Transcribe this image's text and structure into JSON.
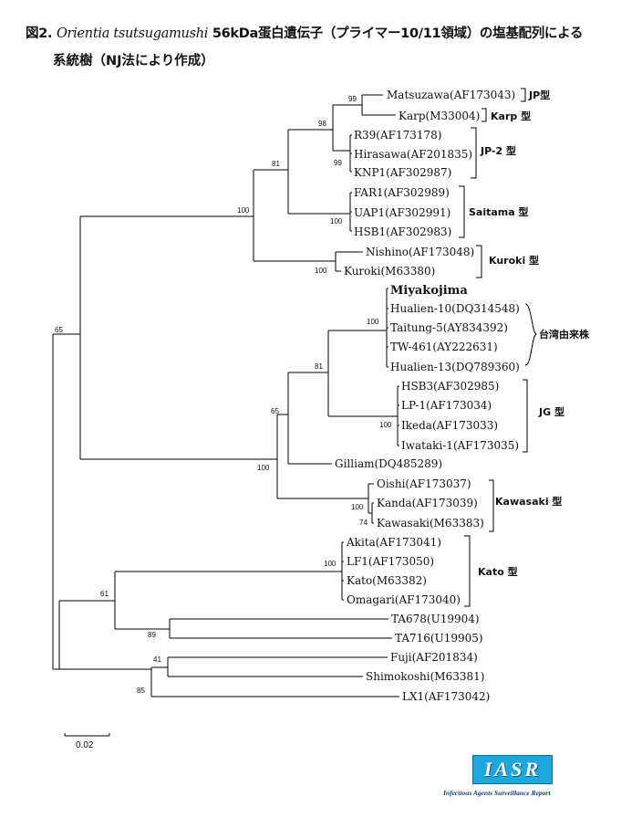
{
  "title": {
    "line1_prefix": "図2.",
    "organism": "Orientia tsutsugamushi",
    "line1_suffix": "56kDa蛋白遺伝子（プライマー10/11領域）の塩基配列による",
    "line2": "系統樹（NJ法により作成）"
  },
  "leaves": {
    "matsuzawa": "Matsuzawa(AF173043)",
    "karp": "Karp(M33004)",
    "r39": "R39(AF173178)",
    "hirasawa": "Hirasawa(AF201835)",
    "knp1": "KNP1(AF302987)",
    "far1": "FAR1(AF302989)",
    "uap1": "UAP1(AF302991)",
    "hsb1": "HSB1(AF302983)",
    "nishino": "Nishino(AF173048)",
    "kuroki": "Kuroki(M63380)",
    "hualien10": "Hualien-10(DQ314548)",
    "taitung5": "Taitung-5(AY834392)",
    "tw461": "TW-461(AY222631)",
    "hualien13": "Hualien-13(DQ789360)",
    "hsb3": "HSB3(AF302985)",
    "lp1": "LP-1(AF173034)",
    "ikeda": "Ikeda(AF173033)",
    "iwataki1": "Iwataki-1(AF173035)",
    "gilliam": "Gilliam(DQ485289)",
    "oishi": "Oishi(AF173037)",
    "kanda": "Kanda(AF173039)",
    "kawasaki": "Kawasaki(M63383)",
    "akita": "Akita(AF173041)",
    "lf1": "LF1(AF173050)",
    "kato": "Kato(M63382)",
    "omagari": "Omagari(AF173040)",
    "ta678": "TA678(U19904)",
    "ta716": "TA716(U19905)",
    "fuji": "Fuji(AF201834)",
    "shimokoshi": "Shimokoshi(M63381)",
    "lx1": "LX1(AF173042)"
  },
  "miyakojima_label": "Miyakojima",
  "groups": {
    "jp": "JP型",
    "karp": "Karp 型",
    "jp2": "JP-2 型",
    "saitama": "Saitama 型",
    "kuroki": "Kuroki 型",
    "taiwan": "台湾由来株",
    "jg": "JG 型",
    "kawasaki": "Kawasaki 型",
    "kato": "Kato 型"
  },
  "bootstrap": {
    "b_root65": "65",
    "b_100_main": "100",
    "b_81_upper": "81",
    "b_98": "98",
    "b_99_top": "99",
    "b_99_jp2": "99",
    "b_100_saitama": "100",
    "b_100_kuroki": "100",
    "b_100_lower": "100",
    "b_65_mid": "65",
    "b_81_mid": "81",
    "b_100_taiwan": "100",
    "b_100_jg": "100",
    "b_100_kawasaki": "100",
    "b_74": "74",
    "b_61": "61",
    "b_100_kato": "100",
    "b_89": "89",
    "b_85": "85",
    "b_41": "41"
  },
  "scale_bar": "0.02",
  "logo": {
    "text": "IASR",
    "subtitle": "Infectious Agents Surveillance Report"
  },
  "colors": {
    "logo_bg": "#1da7df",
    "line": "#000000"
  }
}
